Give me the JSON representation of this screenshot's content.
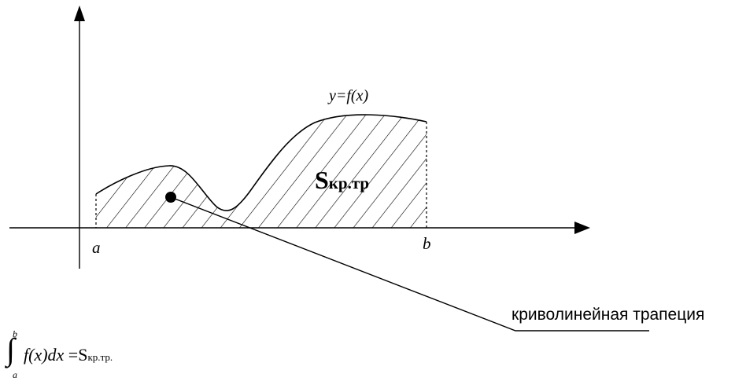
{
  "curve_label": "y=f(x)",
  "region_label": {
    "main": "S",
    "sub": "кр.тр"
  },
  "axis_labels": {
    "a": "a",
    "b": "b"
  },
  "callout_label": "криволинейная трапеция",
  "formula": {
    "upper_limit": "b",
    "lower_limit": "a",
    "integral_sign": "∫",
    "integrand": "f(x)dx",
    "equals": " =",
    "rhs_main": "S",
    "rhs_sub": "кр.тр."
  },
  "colors": {
    "ink": "#000000",
    "background": "#ffffff"
  }
}
